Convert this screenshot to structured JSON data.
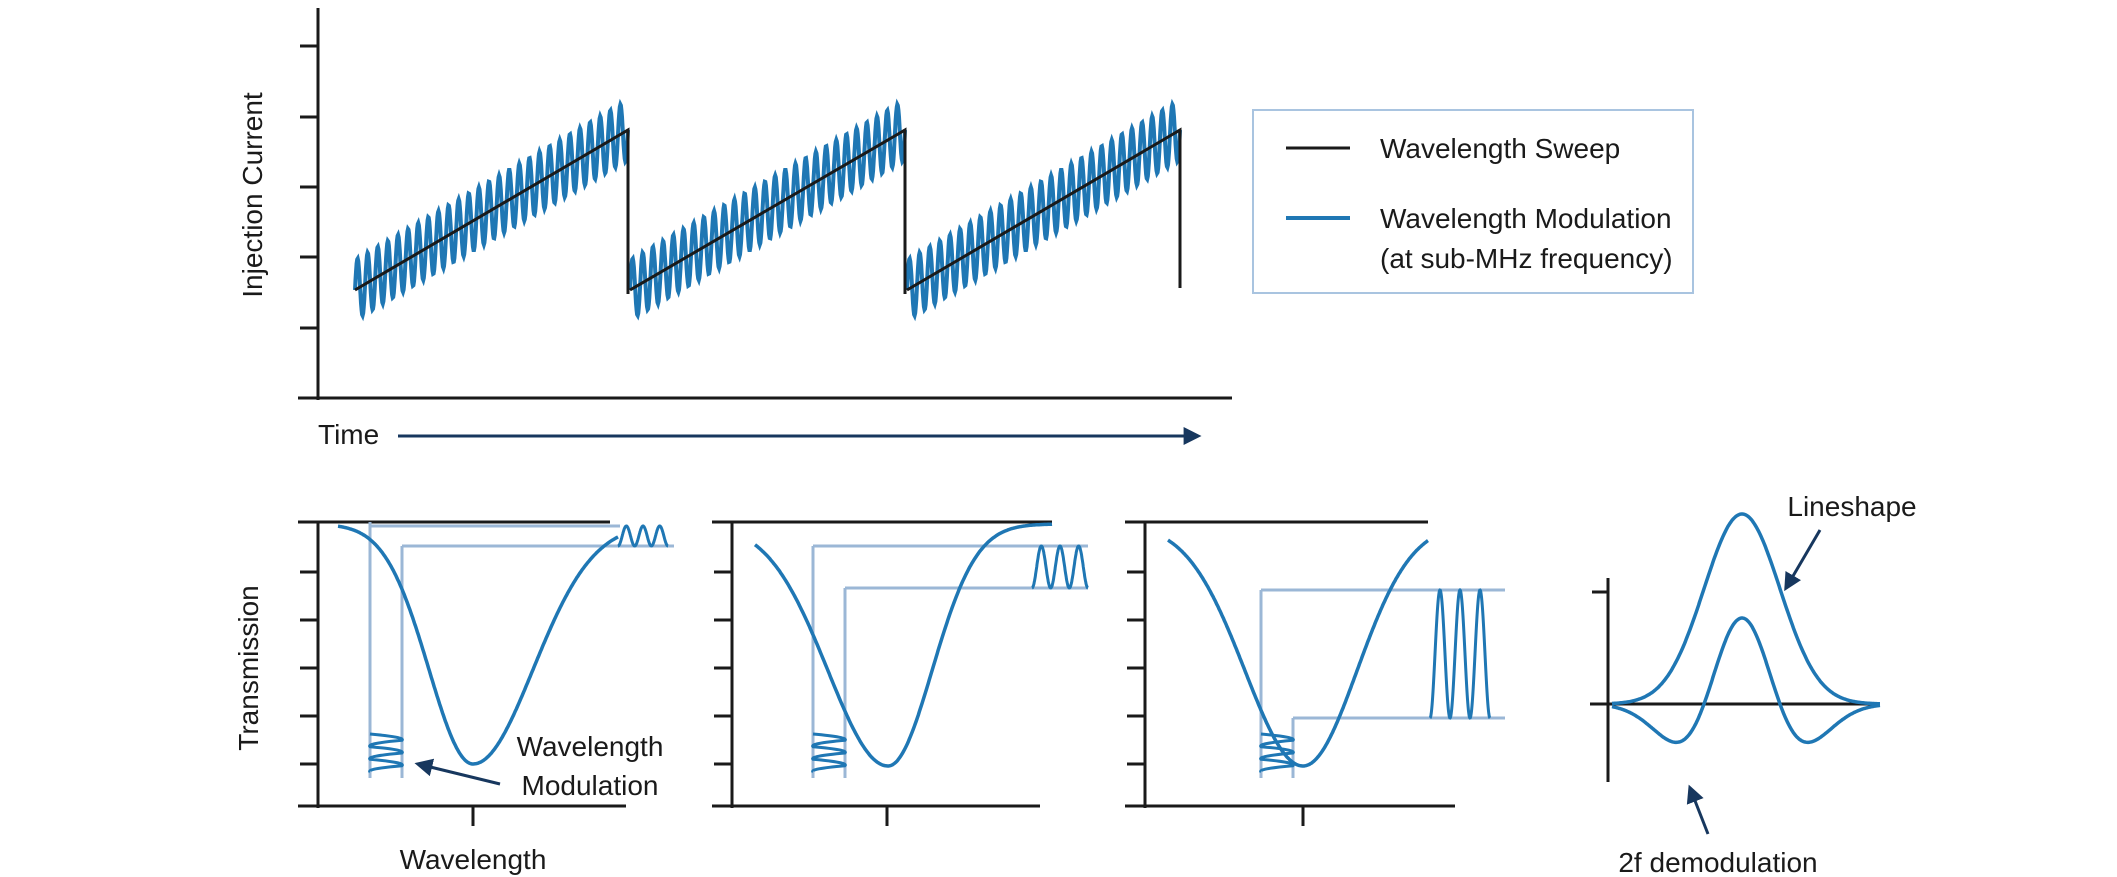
{
  "colors": {
    "axis": "#1a1a1a",
    "modulation": "#1f77b4",
    "guide": "#9bb7d6",
    "arrow": "#17375e",
    "legend_border": "#a9c4e0"
  },
  "top_panel": {
    "ylabel": "Injection Current",
    "xlabel": "Time"
  },
  "legend": {
    "sweep": "Wavelength Sweep",
    "modulation_line1": "Wavelength Modulation",
    "modulation_line2": "(at sub-MHz frequency)"
  },
  "bottom_panels": {
    "ylabel": "Transmission",
    "xlabel": "Wavelength",
    "annotation_line1": "Wavelength",
    "annotation_line2": "Modulation"
  },
  "right_panel": {
    "lineshape_label": "Lineshape",
    "demod_label": "2f demodulation"
  }
}
